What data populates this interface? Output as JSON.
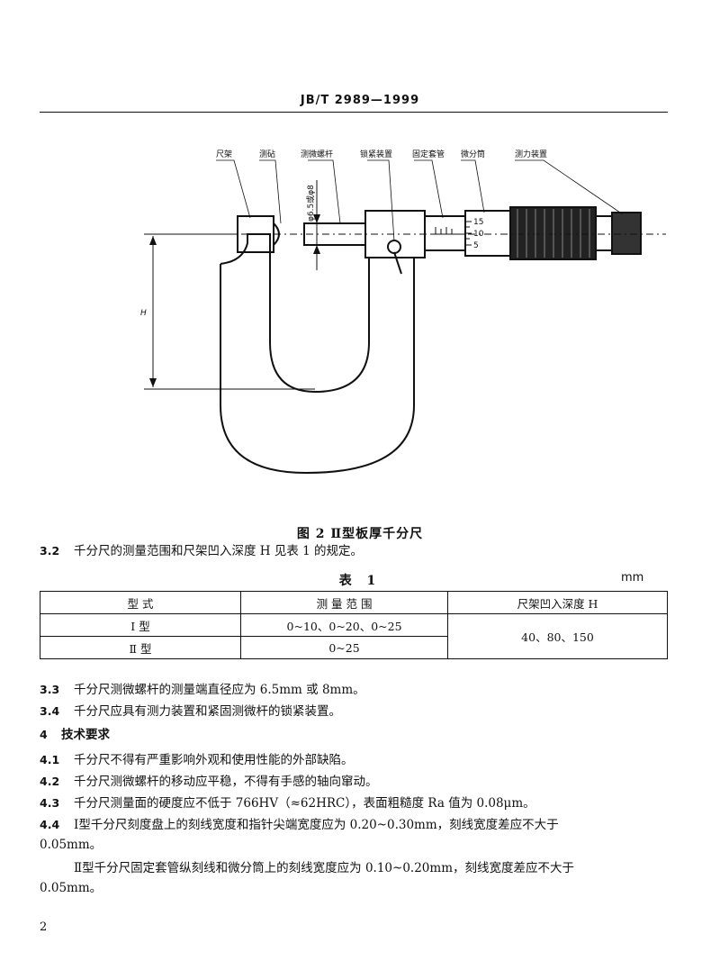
{
  "header": {
    "title": "JB/T 2989—1999"
  },
  "figure": {
    "labels": [
      "尺架",
      "测砧",
      "测微螺杆",
      "锁紧装置",
      "固定套管",
      "微分筒",
      "测力装置"
    ],
    "dimension_label": "φ6.5或φ8",
    "depth_label": "H",
    "scale_ticks": [
      "15",
      "10",
      "5"
    ],
    "caption": "图 2 Ⅱ型板厚千分尺"
  },
  "paragraphs": {
    "p32_num": "3.2",
    "p32_text": "千分尺的测量范围和尺架凹入深度 H 见表 1 的规定。",
    "p33_num": "3.3",
    "p33_text": "千分尺测微螺杆的测量端直径应为 6.5mm 或 8mm。",
    "p34_num": "3.4",
    "p34_text": "千分尺应具有测力装置和紧固测微杆的锁紧装置。",
    "s4_num": "4",
    "s4_text": "技术要求",
    "p41_num": "4.1",
    "p41_text": "千分尺不得有严重影响外观和使用性能的外部缺陷。",
    "p42_num": "4.2",
    "p42_text": "千分尺测微螺杆的移动应平稳，不得有手感的轴向窜动。",
    "p43_num": "4.3",
    "p43_text": "千分尺测量面的硬度应不低于 766HV（≈62HRC），表面粗糙度 Ra 值为 0.08μm。",
    "p44_num": "4.4",
    "p44_text1": "Ⅰ型千分尺刻度盘上的刻线宽度和指针尖端宽度应为 0.20~0.30mm，刻线宽度差应不大于",
    "p44_text2": "0.05mm。",
    "p44b_text1": "Ⅱ型千分尺固定套管纵刻线和微分筒上的刻线宽度应为 0.10~0.20mm，刻线宽度差应不大于",
    "p44b_text2": "0.05mm。"
  },
  "table": {
    "caption": "表 1",
    "unit": "mm",
    "headers": [
      "型  式",
      "测 量 范 围",
      "尺架凹入深度 H"
    ],
    "rows": [
      {
        "type": "Ⅰ 型",
        "range": "0~10、0~20、0~25"
      },
      {
        "type": "Ⅱ 型",
        "range": "0~25"
      }
    ],
    "depth_value": "40、80、150"
  },
  "page_number": "2"
}
